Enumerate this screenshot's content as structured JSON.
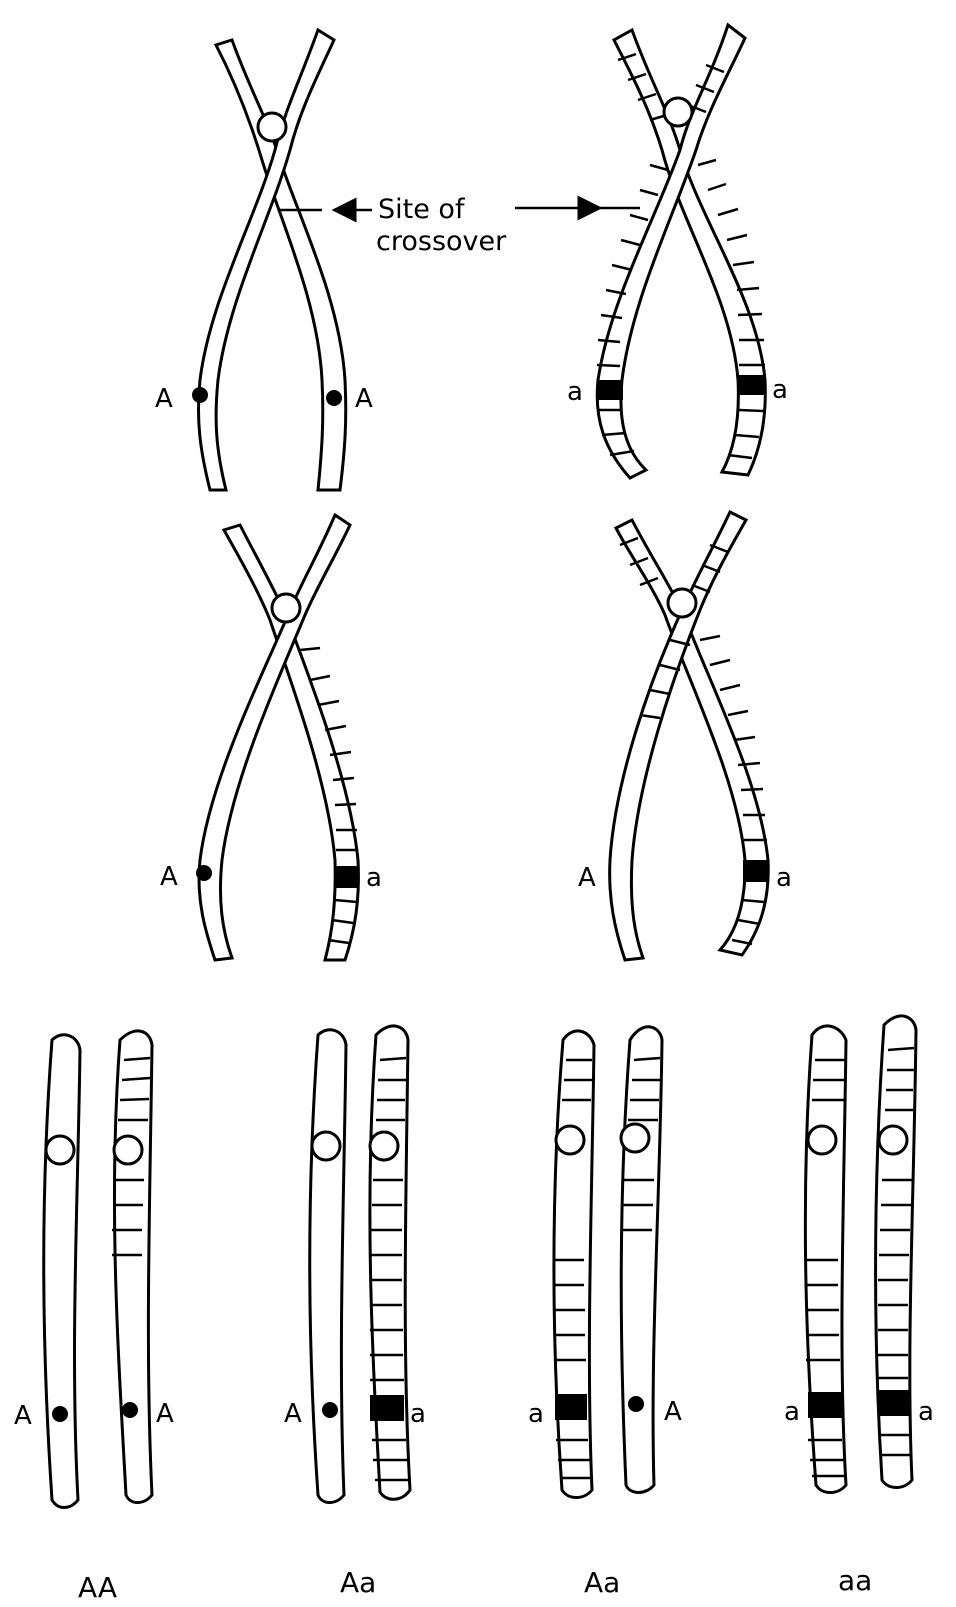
{
  "annotation": {
    "line1": "Site of",
    "line2": "crossover"
  },
  "rows": {
    "top": {
      "left": {
        "allele_left": "A",
        "allele_right": "A"
      },
      "right": {
        "allele_left": "a",
        "allele_right": "a"
      }
    },
    "middle": {
      "left": {
        "allele_left": "A",
        "allele_right": "a"
      },
      "right": {
        "allele_left": "A",
        "allele_right": "a"
      }
    },
    "bottom": [
      {
        "allele_left": "A",
        "allele_right": "A",
        "genotype": "AA"
      },
      {
        "allele_left": "A",
        "allele_right": "a",
        "genotype": "Aa"
      },
      {
        "allele_left": "a",
        "allele_right": "A",
        "genotype": "Aa"
      },
      {
        "allele_left": "a",
        "allele_right": "a",
        "genotype": "aa"
      }
    ]
  },
  "colors": {
    "stroke": "#000000",
    "background": "#ffffff"
  }
}
